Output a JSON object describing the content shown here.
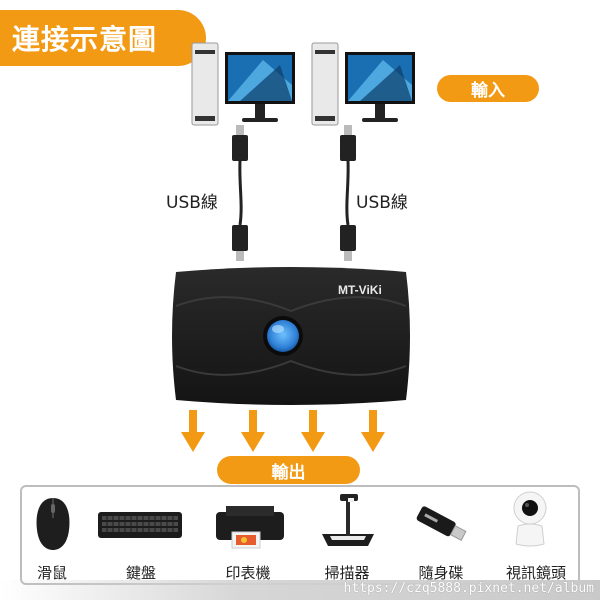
{
  "header": {
    "title": "連接示意圖"
  },
  "labels": {
    "input": "輸入",
    "output": "輸出",
    "usb_left": "USB線",
    "usb_right": "USB線"
  },
  "switch_device": {
    "brand": "MT-ViKi"
  },
  "devices": [
    {
      "label": "滑鼠",
      "icon": "mouse-icon"
    },
    {
      "label": "鍵盤",
      "icon": "keyboard-icon"
    },
    {
      "label": "印表機",
      "icon": "printer-icon"
    },
    {
      "label": "掃描器",
      "icon": "scanner-icon"
    },
    {
      "label": "隨身碟",
      "icon": "usb-drive-icon"
    },
    {
      "label": "視訊鏡頭",
      "icon": "webcam-icon"
    }
  ],
  "watermark": "https://czq5888.pixnet.net/album",
  "colors": {
    "accent": "#f39a15",
    "device_body": "#1c1c1c",
    "button": "#2f7fd6"
  }
}
